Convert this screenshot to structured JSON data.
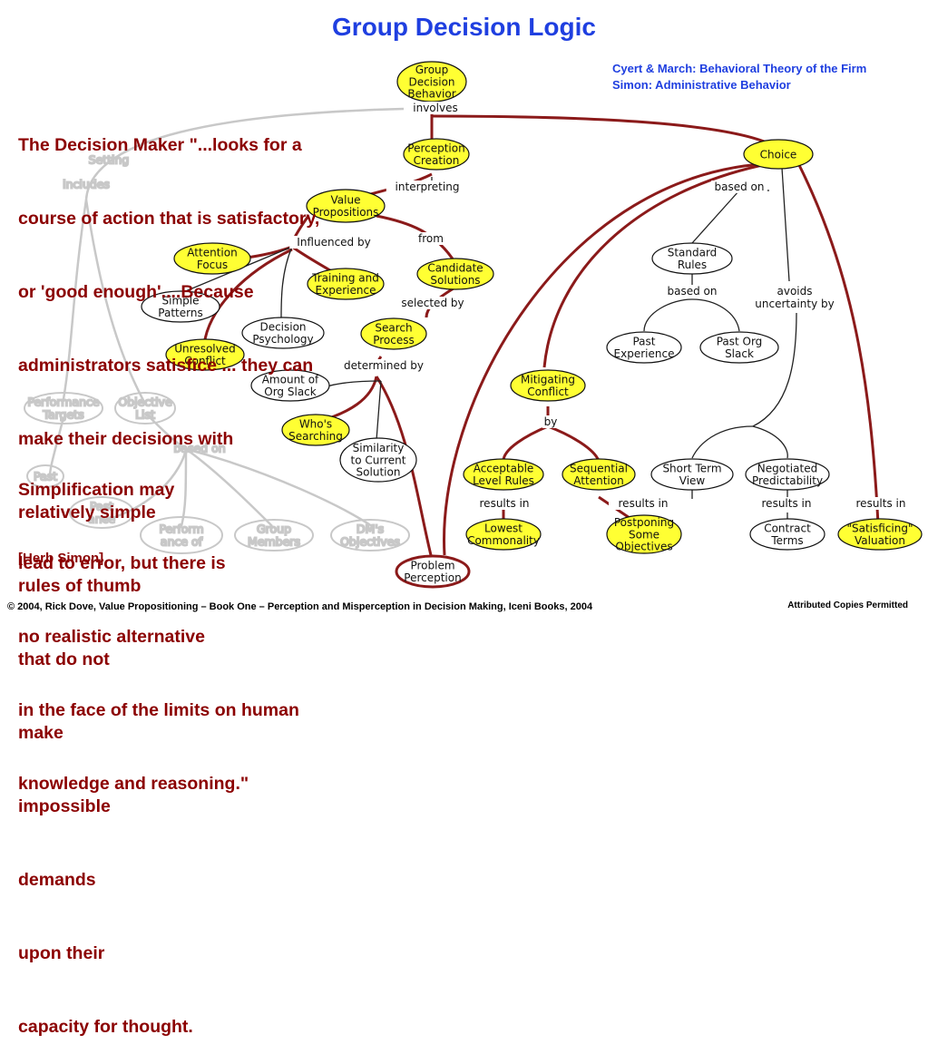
{
  "title": "Group Decision Logic",
  "references": [
    "Cyert & March: Behavioral Theory of the Firm",
    "Simon: Administrative Behavior"
  ],
  "quote_lines": [
    "The Decision Maker \"...looks for a",
    "course of action that is satisfactory,",
    "or 'good enough'....Because",
    "administrators satisfice ... they can",
    "make their decisions with",
    "relatively simple",
    "rules of thumb",
    "that do not",
    "make",
    "impossible",
    "demands",
    "upon their",
    "capacity for thought."
  ],
  "quote2_lines": [
    "Simplification may",
    "lead to error, but there is",
    "no realistic alternative",
    "in the face of the limits on human",
    "knowledge and reasoning.\""
  ],
  "attribution": "[Herb Simon]",
  "footer": "© 2004, Rick Dove, Value Propositioning – Book One – Perception and Misperception in Decision Making, Iceni Books, 2004",
  "footer_right": "Attributed Copies Permitted",
  "colors": {
    "title": "#1f3fe0",
    "references": "#1f3fe0",
    "quote": "#8b0000",
    "highlight": "#ffff33",
    "link": "#8b1a1a",
    "ghost": "#c8c8c8"
  },
  "nodes": [
    {
      "id": "group",
      "lines": [
        "Group",
        "Decision",
        "Behavior"
      ],
      "fill": "yellow"
    },
    {
      "id": "perception",
      "lines": [
        "Perception",
        "Creation"
      ],
      "fill": "yellow"
    },
    {
      "id": "value",
      "lines": [
        "Value",
        "Propositions"
      ],
      "fill": "yellow"
    },
    {
      "id": "attention",
      "lines": [
        "Attention",
        "Focus"
      ],
      "fill": "yellow"
    },
    {
      "id": "training",
      "lines": [
        "Training and",
        "Experience"
      ],
      "fill": "yellow"
    },
    {
      "id": "simple",
      "lines": [
        "Simple",
        "Patterns"
      ],
      "fill": "white"
    },
    {
      "id": "decpsy",
      "lines": [
        "Decision",
        "Psychology"
      ],
      "fill": "white"
    },
    {
      "id": "unresolved",
      "lines": [
        "Unresolved",
        "Conflict"
      ],
      "fill": "yellow"
    },
    {
      "id": "candidate",
      "lines": [
        "Candidate",
        "Solutions"
      ],
      "fill": "yellow"
    },
    {
      "id": "search",
      "lines": [
        "Search",
        "Process"
      ],
      "fill": "yellow"
    },
    {
      "id": "amount",
      "lines": [
        "Amount of",
        "Org Slack"
      ],
      "fill": "white"
    },
    {
      "id": "whos",
      "lines": [
        "Who's",
        "Searching"
      ],
      "fill": "yellow"
    },
    {
      "id": "similarity",
      "lines": [
        "Similarity",
        "to Current",
        "Solution"
      ],
      "fill": "white"
    },
    {
      "id": "choice",
      "lines": [
        "Choice"
      ],
      "fill": "yellow"
    },
    {
      "id": "standard",
      "lines": [
        "Standard",
        "Rules"
      ],
      "fill": "white"
    },
    {
      "id": "pastexp",
      "lines": [
        "Past",
        "Experience"
      ],
      "fill": "white"
    },
    {
      "id": "pastorg",
      "lines": [
        "Past Org",
        "Slack"
      ],
      "fill": "white"
    },
    {
      "id": "mitigating",
      "lines": [
        "Mitigating",
        "Conflict"
      ],
      "fill": "yellow"
    },
    {
      "id": "acceptable",
      "lines": [
        "Acceptable",
        "Level Rules"
      ],
      "fill": "yellow"
    },
    {
      "id": "sequential",
      "lines": [
        "Sequential",
        "Attention"
      ],
      "fill": "yellow"
    },
    {
      "id": "shortterm",
      "lines": [
        "Short Term",
        "View"
      ],
      "fill": "white"
    },
    {
      "id": "negotiated",
      "lines": [
        "Negotiated",
        "Predictability"
      ],
      "fill": "white"
    },
    {
      "id": "lowest",
      "lines": [
        "Lowest",
        "Commonality"
      ],
      "fill": "yellow"
    },
    {
      "id": "postponing",
      "lines": [
        "Postponing",
        "Some",
        "Objectives"
      ],
      "fill": "yellow"
    },
    {
      "id": "contract",
      "lines": [
        "Contract",
        "Terms"
      ],
      "fill": "white"
    },
    {
      "id": "satisficing",
      "lines": [
        "\"Satisficing\"",
        "Valuation"
      ],
      "fill": "yellow"
    },
    {
      "id": "problem",
      "lines": [
        "Problem",
        "Perception"
      ],
      "fill": "white"
    }
  ],
  "ghost_nodes": [
    {
      "id": "g-setting",
      "lines": [
        "Setting"
      ]
    },
    {
      "id": "g-includes",
      "lines": [
        "includes"
      ]
    },
    {
      "id": "g-perf",
      "lines": [
        "Performance",
        "Targets"
      ]
    },
    {
      "id": "g-objlist",
      "lines": [
        "Objective",
        "List"
      ]
    },
    {
      "id": "g-basedon",
      "lines": [
        "based on"
      ]
    },
    {
      "id": "g-past1",
      "lines": [
        "Past"
      ]
    },
    {
      "id": "g-past2",
      "lines": [
        "Past",
        "ance"
      ]
    },
    {
      "id": "g-perform",
      "lines": [
        "Perform",
        "ance of"
      ]
    },
    {
      "id": "g-group",
      "lines": [
        "Group",
        "Members"
      ]
    },
    {
      "id": "g-dm",
      "lines": [
        "DM's",
        "Objectives"
      ]
    }
  ],
  "link_labels": [
    {
      "id": "involves",
      "text": "involves"
    },
    {
      "id": "interpreting",
      "text": "interpreting"
    },
    {
      "id": "influenced",
      "text": "Influenced by"
    },
    {
      "id": "from",
      "text": "from"
    },
    {
      "id": "selected",
      "text": "selected by"
    },
    {
      "id": "determined",
      "text": "determined by"
    },
    {
      "id": "basedon1",
      "text": "based on"
    },
    {
      "id": "basedon2",
      "text": "based on"
    },
    {
      "id": "avoids1",
      "text": "avoids"
    },
    {
      "id": "avoids2",
      "text": "uncertainty by"
    },
    {
      "id": "by",
      "text": "by"
    },
    {
      "id": "results1",
      "text": "results in"
    },
    {
      "id": "results2",
      "text": "results in"
    },
    {
      "id": "results3",
      "text": "results in"
    },
    {
      "id": "results4",
      "text": "results in"
    }
  ]
}
